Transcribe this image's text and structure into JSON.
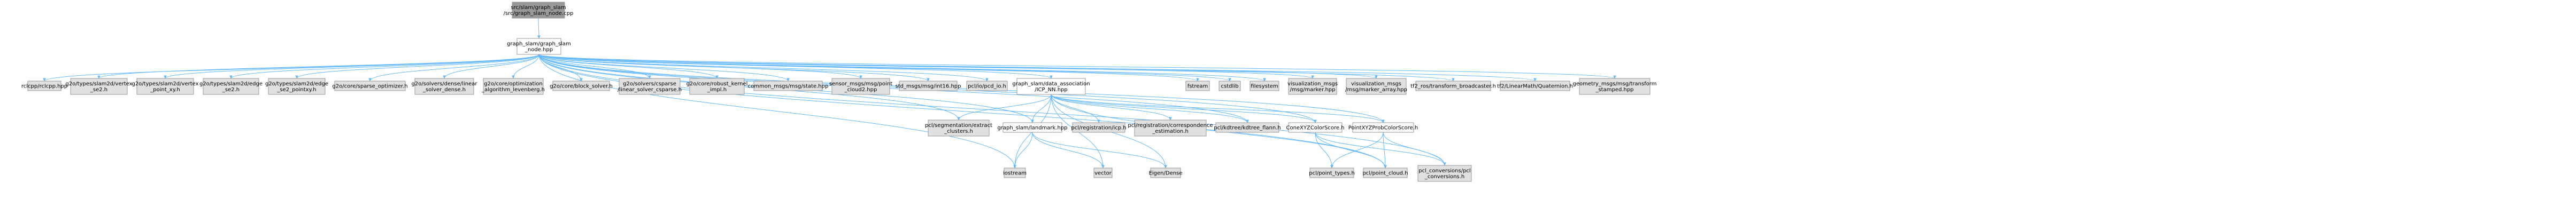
{
  "graph": {
    "nodes": [
      {
        "id": "root",
        "lines": [
          "src/slam/graph_slam",
          "/src/graph_slam_node.cpp"
        ],
        "style": "root"
      },
      {
        "id": "hdr",
        "lines": [
          "graph_slam/graph_slam",
          "_node.hpp"
        ],
        "style": "local"
      },
      {
        "id": "rclcpp",
        "lines": [
          "rclcpp/rclcpp.hpp"
        ],
        "style": "ext"
      },
      {
        "id": "v_se2",
        "lines": [
          "g2o/types/slam2d/vertex",
          "_se2.h"
        ],
        "style": "ext"
      },
      {
        "id": "v_pxy",
        "lines": [
          "g2o/types/slam2d/vertex",
          "_point_xy.h"
        ],
        "style": "ext"
      },
      {
        "id": "e_se2",
        "lines": [
          "g2o/types/slam2d/edge",
          "_se2.h"
        ],
        "style": "ext"
      },
      {
        "id": "e_pxy",
        "lines": [
          "g2o/types/slam2d/edge",
          "_se2_pointxy.h"
        ],
        "style": "ext"
      },
      {
        "id": "sparse",
        "lines": [
          "g2o/core/sparse_optimizer.h"
        ],
        "style": "ext"
      },
      {
        "id": "dense",
        "lines": [
          "g2o/solvers/dense/linear",
          "_solver_dense.h"
        ],
        "style": "ext"
      },
      {
        "id": "lev",
        "lines": [
          "g2o/core/optimization",
          "_algorithm_levenberg.h"
        ],
        "style": "ext"
      },
      {
        "id": "block",
        "lines": [
          "g2o/core/block_solver.h"
        ],
        "style": "ext"
      },
      {
        "id": "csparse",
        "lines": [
          "g2o/solvers/csparse",
          "/linear_solver_csparse.h"
        ],
        "style": "ext"
      },
      {
        "id": "robust",
        "lines": [
          "g2o/core/robust_kernel",
          "_impl.h"
        ],
        "style": "ext"
      },
      {
        "id": "common",
        "lines": [
          "common_msgs/msg/state.hpp"
        ],
        "style": "ext"
      },
      {
        "id": "pc2",
        "lines": [
          "sensor_msgs/msg/point",
          "_cloud2.hpp"
        ],
        "style": "ext"
      },
      {
        "id": "int16",
        "lines": [
          "std_msgs/msg/int16.hpp"
        ],
        "style": "ext"
      },
      {
        "id": "pcdio",
        "lines": [
          "pcl/io/pcd_io.h"
        ],
        "style": "ext"
      },
      {
        "id": "icpnn",
        "lines": [
          "graph_slam/data_association",
          "/ICP_NN.hpp"
        ],
        "style": "local"
      },
      {
        "id": "fstream",
        "lines": [
          "fstream"
        ],
        "style": "ext"
      },
      {
        "id": "cstdlib",
        "lines": [
          "cstdlib"
        ],
        "style": "ext"
      },
      {
        "id": "filesystem",
        "lines": [
          "filesystem"
        ],
        "style": "ext"
      },
      {
        "id": "vmarker",
        "lines": [
          "visualization_msgs",
          "/msg/marker.hpp"
        ],
        "style": "ext"
      },
      {
        "id": "vmarkerarr",
        "lines": [
          "visualization_msgs",
          "/msg/marker_array.hpp"
        ],
        "style": "ext"
      },
      {
        "id": "tf2bcast",
        "lines": [
          "tf2_ros/transform_broadcaster.h"
        ],
        "style": "ext"
      },
      {
        "id": "tf2quat",
        "lines": [
          "tf2/LinearMath/Quaternion.h"
        ],
        "style": "ext"
      },
      {
        "id": "geomsg",
        "lines": [
          "geometry_msgs/msg/transform",
          "_stamped.hpp"
        ],
        "style": "ext"
      },
      {
        "id": "extract",
        "lines": [
          "pcl/segmentation/extract",
          "_clusters.h"
        ],
        "style": "ext"
      },
      {
        "id": "landmark",
        "lines": [
          "graph_slam/landmark.hpp"
        ],
        "style": "local"
      },
      {
        "id": "regicp",
        "lines": [
          "pcl/registration/icp.h"
        ],
        "style": "ext"
      },
      {
        "id": "regcorr",
        "lines": [
          "pcl/registration/correspondence",
          "_estimation.h"
        ],
        "style": "ext"
      },
      {
        "id": "kdtree",
        "lines": [
          "pcl/kdtree/kdtree_flann.h"
        ],
        "style": "ext"
      },
      {
        "id": "conexyz",
        "lines": [
          "ConeXYZColorScore.h"
        ],
        "style": "local"
      },
      {
        "id": "pointxyz",
        "lines": [
          "PointXYZProbColorScore.h"
        ],
        "style": "local"
      },
      {
        "id": "iostream",
        "lines": [
          "iostream"
        ],
        "style": "ext"
      },
      {
        "id": "vector",
        "lines": [
          "vector"
        ],
        "style": "ext"
      },
      {
        "id": "eigen",
        "lines": [
          "Eigen/Dense"
        ],
        "style": "ext"
      },
      {
        "id": "pointtypes",
        "lines": [
          "pcl/point_types.h"
        ],
        "style": "ext"
      },
      {
        "id": "pointcloud",
        "lines": [
          "pcl/point_cloud.h"
        ],
        "style": "ext"
      },
      {
        "id": "conv",
        "lines": [
          "pcl_conversions/pcl",
          "_conversions.h"
        ],
        "style": "ext"
      }
    ],
    "edges": [
      [
        "root",
        "hdr"
      ],
      [
        "hdr",
        "rclcpp"
      ],
      [
        "hdr",
        "v_se2"
      ],
      [
        "hdr",
        "v_pxy"
      ],
      [
        "hdr",
        "e_se2"
      ],
      [
        "hdr",
        "e_pxy"
      ],
      [
        "hdr",
        "sparse"
      ],
      [
        "hdr",
        "dense"
      ],
      [
        "hdr",
        "lev"
      ],
      [
        "hdr",
        "block"
      ],
      [
        "hdr",
        "csparse"
      ],
      [
        "hdr",
        "robust"
      ],
      [
        "hdr",
        "common"
      ],
      [
        "hdr",
        "pc2"
      ],
      [
        "hdr",
        "int16"
      ],
      [
        "hdr",
        "pcdio"
      ],
      [
        "hdr",
        "icpnn"
      ],
      [
        "hdr",
        "fstream"
      ],
      [
        "hdr",
        "cstdlib"
      ],
      [
        "hdr",
        "filesystem"
      ],
      [
        "hdr",
        "vmarker"
      ],
      [
        "hdr",
        "vmarkerarr"
      ],
      [
        "hdr",
        "tf2bcast"
      ],
      [
        "hdr",
        "tf2quat"
      ],
      [
        "hdr",
        "geomsg"
      ],
      [
        "hdr",
        "extract"
      ],
      [
        "hdr",
        "landmark"
      ],
      [
        "hdr",
        "conexyz"
      ],
      [
        "hdr",
        "pointxyz"
      ],
      [
        "hdr",
        "iostream"
      ],
      [
        "hdr",
        "kdtree"
      ],
      [
        "hdr",
        "pointcloud"
      ],
      [
        "hdr",
        "conv"
      ],
      [
        "icpnn",
        "extract"
      ],
      [
        "icpnn",
        "landmark"
      ],
      [
        "icpnn",
        "regicp"
      ],
      [
        "icpnn",
        "regcorr"
      ],
      [
        "icpnn",
        "kdtree"
      ],
      [
        "icpnn",
        "conexyz"
      ],
      [
        "icpnn",
        "pointxyz"
      ],
      [
        "icpnn",
        "iostream"
      ],
      [
        "icpnn",
        "vector"
      ],
      [
        "icpnn",
        "eigen"
      ],
      [
        "icpnn",
        "pointcloud"
      ],
      [
        "landmark",
        "iostream"
      ],
      [
        "landmark",
        "vector"
      ],
      [
        "landmark",
        "eigen"
      ],
      [
        "conexyz",
        "pointtypes"
      ],
      [
        "conexyz",
        "pointcloud"
      ],
      [
        "conexyz",
        "conv"
      ],
      [
        "pointxyz",
        "pointtypes"
      ],
      [
        "pointxyz",
        "pointcloud"
      ],
      [
        "pointxyz",
        "conv"
      ]
    ]
  },
  "colors": {
    "root_fill": "#999999",
    "local_fill": "#ffffff",
    "ext_fill": "#e0e0e0",
    "border": "#999999",
    "edge": "#63b8ff"
  }
}
